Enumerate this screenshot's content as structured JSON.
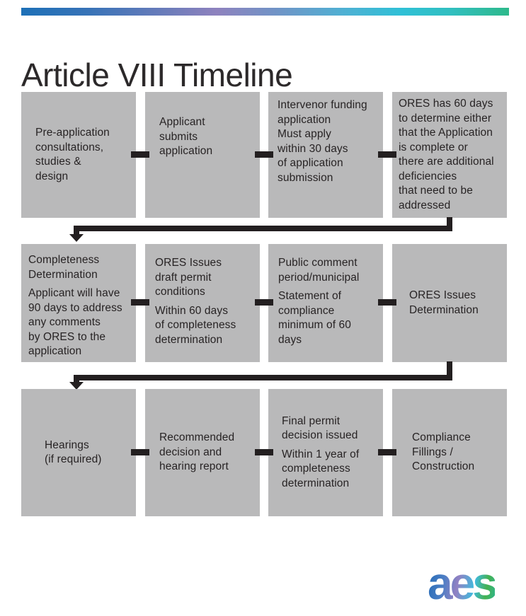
{
  "header": {
    "title": "Article VIII Timeline"
  },
  "footer": {
    "logo_text": "aes"
  },
  "colors": {
    "box_fill": "#b9b9ba",
    "box_text": "#272324",
    "connector": "#231f20",
    "gradient_bar_stops": [
      "#1d70b7",
      "#8e82be",
      "#4fb0d3",
      "#2fc0d6",
      "#2eb98b"
    ],
    "logo_gradient_stops": [
      "#2a6db8",
      "#9181c3",
      "#3fbadd",
      "#44b151",
      "#2eb68f"
    ]
  },
  "timeline": {
    "rows": [
      {
        "boxes": [
          {
            "paragraphs": [
              "Pre-application\nconsultations,\nstudies &\ndesign"
            ]
          },
          {
            "paragraphs": [
              "Applicant\nsubmits\napplication"
            ]
          },
          {
            "paragraphs": [
              "Intervenor funding\napplication\nMust apply\nwithin 30 days\nof application\nsubmission"
            ]
          },
          {
            "paragraphs": [
              "ORES has 60 days\nto determine either\nthat the Application\nis complete or\nthere are additional\ndeficiencies\nthat need to be\naddressed"
            ]
          }
        ]
      },
      {
        "boxes": [
          {
            "paragraphs": [
              "Completeness\nDetermination",
              "Applicant will have\n90 days to address\nany comments\nby ORES to the\napplication"
            ]
          },
          {
            "paragraphs": [
              "ORES Issues\ndraft permit\nconditions",
              "Within 60 days\nof completeness\ndetermination"
            ]
          },
          {
            "paragraphs": [
              "Public comment\nperiod/municipal",
              "Statement of\ncompliance\nminimum of 60\ndays"
            ]
          },
          {
            "paragraphs": [
              "ORES Issues\nDetermination"
            ]
          }
        ]
      },
      {
        "boxes": [
          {
            "paragraphs": [
              "Hearings\n(if required)"
            ]
          },
          {
            "paragraphs": [
              "Recommended\ndecision and\nhearing report"
            ]
          },
          {
            "paragraphs": [
              "Final permit\ndecision issued",
              "Within 1 year of\ncompleteness\ndetermination"
            ]
          },
          {
            "paragraphs": [
              "Compliance\nFillings /\nConstruction"
            ]
          }
        ]
      }
    ]
  }
}
